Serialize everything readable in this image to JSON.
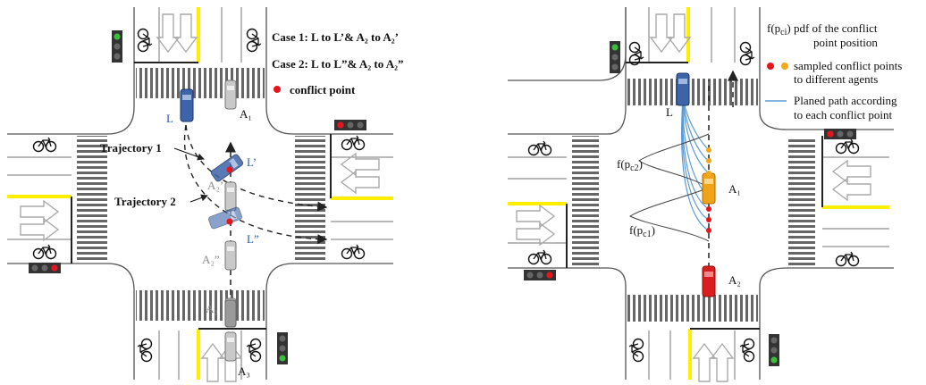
{
  "colors": {
    "road_line": "#555555",
    "stop_yellow": "#ffee00",
    "conflict_red": "#e8141c",
    "conflict_orange": "#f4a81c",
    "vehicle_blue": "#3d63a8",
    "vehicle_gray": "#b8b8b8",
    "vehicle_orange": "#f0a317",
    "vehicle_red": "#d81e1e",
    "path_blue": "#5b9bd5"
  },
  "left_panel": {
    "legend": {
      "case1": "Case 1: L to L’& A₂ to A₂’",
      "case2": "Case 2: L to L”& A₂ to A₂”",
      "conflict": "conflict point"
    },
    "labels": {
      "L": "L",
      "L1": "L’",
      "L2": "L”",
      "A1": "A₁",
      "A2": "A₂",
      "A2p": "A₂’",
      "A2pp": "A₂”",
      "A3": "A₃",
      "traj1": "Trajectory 1",
      "traj2": "Trajectory 2"
    }
  },
  "right_panel": {
    "legend": {
      "pdf_sym": "f(p",
      "pdf_sub": "ci",
      "pdf_text1": ") pdf of the conflict",
      "pdf_text2": "point position",
      "sampled1": "sampled conflict points",
      "sampled2": "to different agents",
      "path1": "Planed path according",
      "path2": "to each conflict point"
    },
    "labels": {
      "L": "L",
      "A1": "A₁",
      "A2": "A₂",
      "fpc2_pre": "f(p",
      "fpc2_sub": "c2",
      "fpc2_post": ")",
      "fpc1_pre": "f(p",
      "fpc1_sub": "c1",
      "fpc1_post": ")"
    }
  }
}
